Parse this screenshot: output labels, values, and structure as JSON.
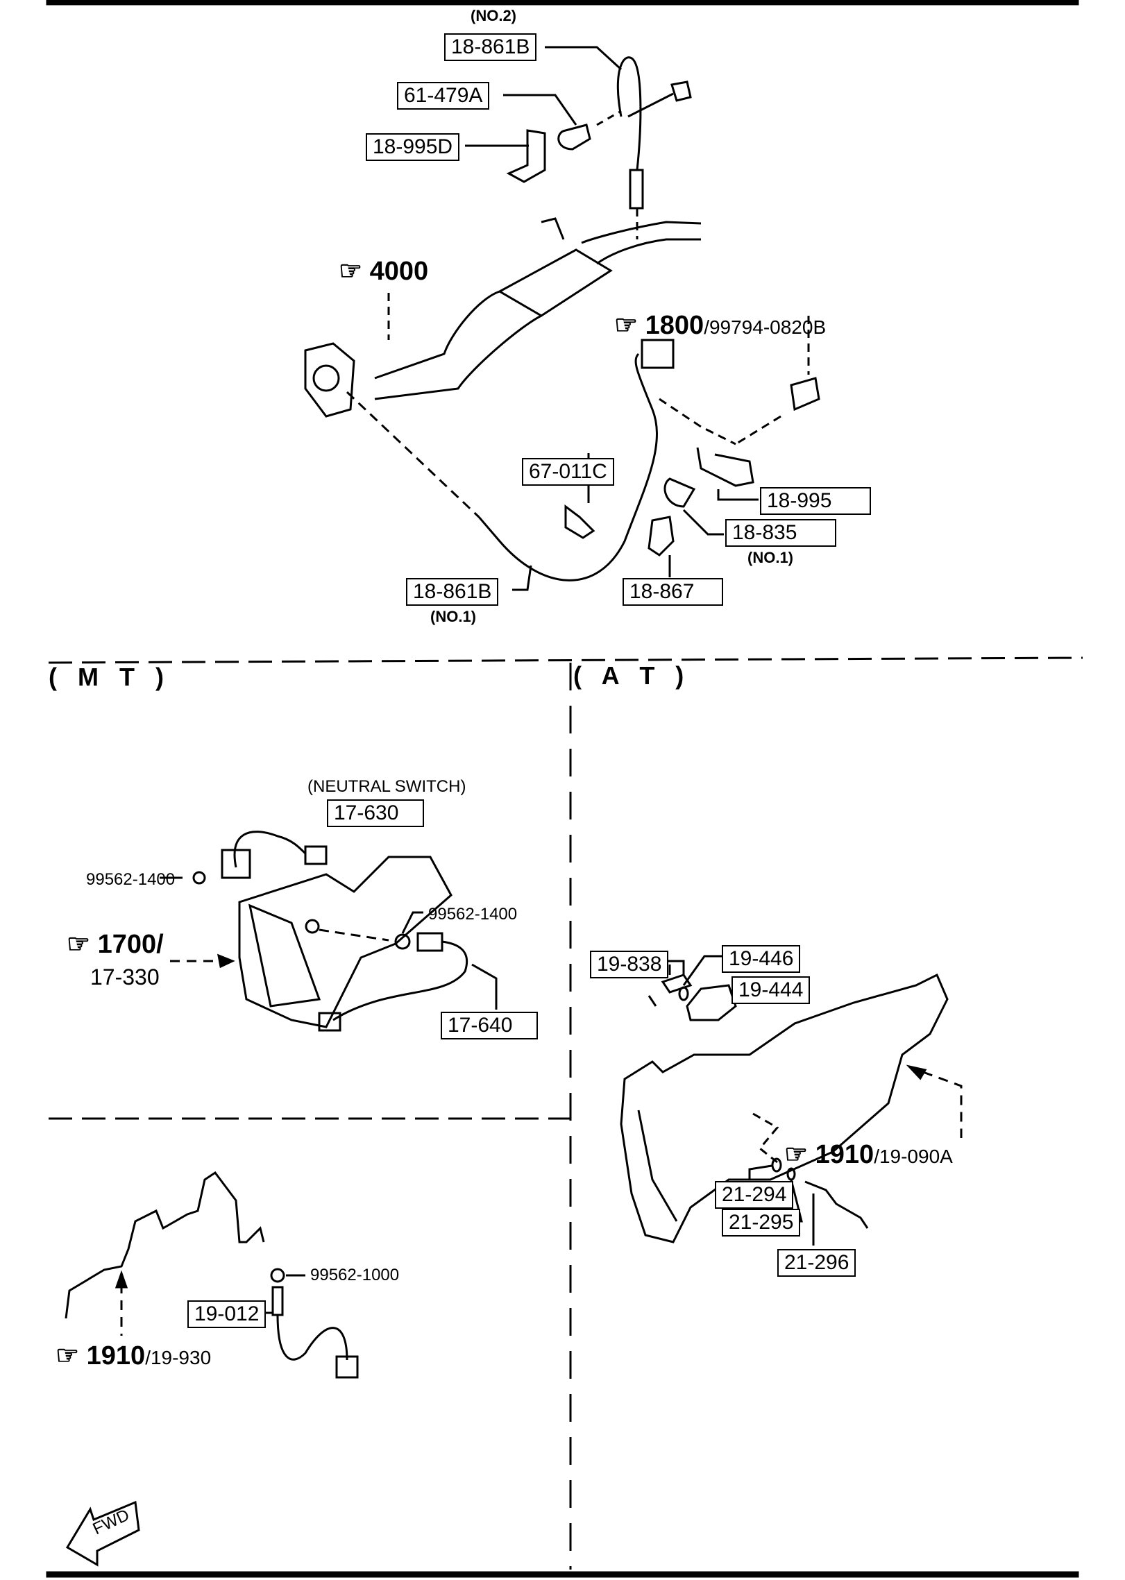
{
  "diagram": {
    "title": "Exhaust oxygen sensors and transmission switches/sensors",
    "sections": {
      "mt": "( M T )",
      "at": "( A T )"
    },
    "exhaust": {
      "sensor_no2": {
        "part": "18-861B",
        "note": "(NO.2)"
      },
      "clip_61": "61-479A",
      "bracket_d": "18-995D",
      "ref_4000": "4000",
      "ref_1800": "1800",
      "ref_1800_sub": "/99794-0820B",
      "clip_67": "67-011C",
      "bracket": "18-995",
      "clamp": {
        "part": "18-835",
        "note": "(NO.1)"
      },
      "sensor_no1": {
        "part": "18-861B",
        "note": "(NO.1)"
      },
      "holder": "18-867"
    },
    "mt": {
      "neutral_note": "(NEUTRAL SWITCH)",
      "neutral_switch": "17-630",
      "washer_a": "99562-1400",
      "washer_b": "99562-1400",
      "ref_1700": "1700/",
      "ref_1700_sub": "17-330",
      "backup_switch": "17-640",
      "washer_c": "99562-1000",
      "sensor": "19-012",
      "ref_1910": "1910",
      "ref_1910_sub": "/19-930"
    },
    "at": {
      "bolt": "19-838",
      "oring": "19-446",
      "sensor": "19-444",
      "ref_1910": "1910",
      "ref_1910_sub": "/19-090A",
      "part_a": "21-294",
      "part_b": "21-295",
      "part_c": "21-296"
    },
    "fwd_label": "FWD",
    "icons": {
      "reference": "pointing-hand-icon",
      "fwd": "forward-arrow-icon"
    }
  }
}
